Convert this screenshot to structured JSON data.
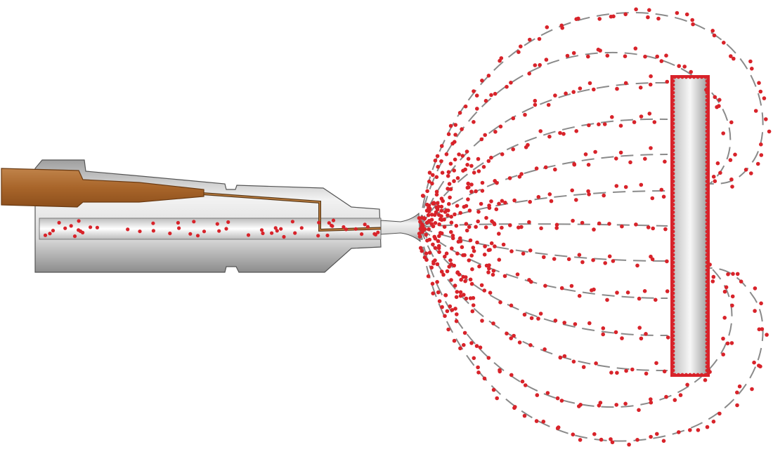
{
  "figure": {
    "background": "#ffffff",
    "colors": {
      "droplet": "#d8232a",
      "field_line": "#8a8a8a",
      "electrode": "#b07030",
      "metal_light": "#f4f4f4",
      "metal_dark": "#9b9b9b",
      "outline": "#555555",
      "target_border": "#d8232a"
    },
    "components": [
      "spray-gun-body",
      "electrode",
      "fluid-channel",
      "nozzle-tip",
      "target-plate",
      "field-lines",
      "droplets"
    ]
  }
}
